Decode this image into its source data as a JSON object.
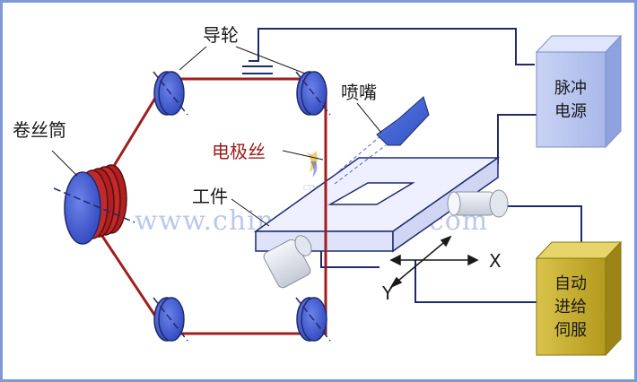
{
  "labels": {
    "guide_wheel": "导轮",
    "wire_drum": "卷丝筒",
    "nozzle": "喷嘴",
    "electrode_wire": "电极丝",
    "workpiece": "工件",
    "axis_x": "X",
    "axis_y": "Y"
  },
  "pulse_power": {
    "line1": "脉冲",
    "line2": "电源"
  },
  "servo": {
    "line1": "自动",
    "line2": "进给",
    "line3": "伺服"
  },
  "watermark": {
    "logo_text": "CTMS",
    "url": "www.chinatungsten.com"
  },
  "colors": {
    "wire_red": "#a01e1e",
    "wheel_blue": "#4a62d8",
    "pulse_box": "#bcc8ef",
    "servo_box": "#c8ad28",
    "workpiece_fill": "#eef0ff",
    "frame_border": "#7f99d6"
  }
}
